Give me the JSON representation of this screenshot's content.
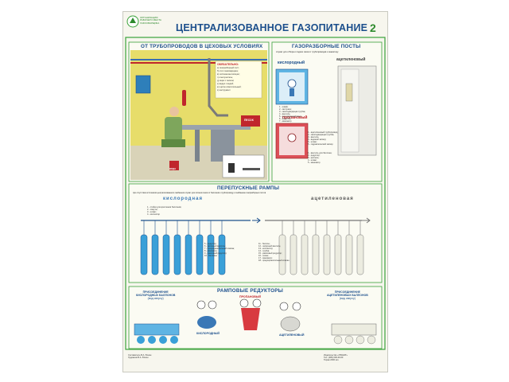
{
  "header": {
    "org_line1": "ОРГАНИЗАЦИЯ",
    "org_line2": "РАБОЧЕГО МЕСТА",
    "org_line3": "ГАЗОСВАРЩИКА",
    "title": "ЦЕНТРАЛИЗОВАННОЕ ГАЗОПИТАНИЕ",
    "number": "2"
  },
  "panel_pipes": {
    "title": "ОТ ТРУБОПРОВОДОВ В ЦЕХОВЫХ УСЛОВИЯХ",
    "must_title": "ОБЯЗАТЕЛЬНО:",
    "must_items": [
      "а) газоразборный пост;",
      "б) стол газосварщика;",
      "в) система вентиляции;",
      "г) огнетушитель;",
      "д) ящик с песком;",
      "е) ведро с водой;",
      "ж) щиток осветительный;",
      "з) инструмент"
    ],
    "sand_label": "ПЕСОК",
    "water_label": "ВОДА"
  },
  "panel_posts": {
    "title": "ГАЗОРАЗБОРНЫЕ ПОСТЫ",
    "subtitle": "служат для отбора и подачи газов от трубопроводов к инжектору",
    "oxygen_label": "кислородный",
    "acetylene_label": "ацетиленовый",
    "propane_label": "пропановый",
    "oxygen_legend": [
      "1 - шкаф;",
      "2 - заглушка;",
      "3 - газоподводящая трубка;",
      "4 - вентиль;",
      "5 - регулирующий винт;",
      "6 - редуктор;",
      "7 - манометр"
    ],
    "acetylene_legend": [
      "1 - ацетиленовый трубопровод;",
      "2 - газоподводящая трубка;",
      "3 - вентиль;",
      "4 - водяной затвор;",
      "5 - шланг;",
      "6 - гидравлический затвор"
    ],
    "propane_legend": [
      "1 - вентиль для баллона;",
      "2 - редуктор;",
      "3 - ниппель;",
      "4 - шланг;",
      "5 - манометр"
    ]
  },
  "panel_ramps": {
    "title": "ПЕРЕПУСКНЫЕ РАМПЫ",
    "subtitle": "при отсутствии источников централизованного снабжения служат для питания газом от баллонов к трубопроводу и снабжению газоразборных постов",
    "oxygen_label": "кислородная",
    "acetylene_label": "ацетиленовая",
    "top_legend": [
      "1 - стойки для крепления баллонов;",
      "2 - хомуты;",
      "3 - шланг;",
      "4 - коллектор"
    ],
    "mid_legend": [
      "5 - редуктор;",
      "6 - запорный вентиль;",
      "7 - предохранительный клапан;",
      "8 - манометр;",
      "9 - рамповый редуктор;",
      "10 - баллоны"
    ],
    "right_legend": [
      "11 - баллон;",
      "12 - запорный вентиль;",
      "13 - коллектор;",
      "14 - трубка;",
      "15 - рамповый редуктор;",
      "16 - шланг;",
      "17 - манометр;",
      "18 - предохранительный клапан"
    ]
  },
  "panel_reducers": {
    "title": "РАМПОВЫЕ РЕДУКТОРЫ",
    "left_caption1": "ПРИСОЕДИНЕНИЕ",
    "left_caption2": "КИСЛОРОДНЫХ БАЛЛОНОВ",
    "left_caption3": "(вид сверху)",
    "right_caption1": "ПРИСОЕДИНЕНИЕ",
    "right_caption2": "АЦЕТИЛЕНОВЫХ БАЛЛОНОВ",
    "right_caption3": "(вид сверху)",
    "oxygen_label": "КИСЛОРОДНЫЙ",
    "propane_label": "ПРОПАНОВЫЙ",
    "acetylene_label": "АЦЕТИЛЕНОВЫЙ"
  },
  "footer": {
    "left": [
      "Составитель В.А. Юшин",
      "Художник В.А. Юшин"
    ],
    "right": [
      "Издательство «ПЛАКАТ»",
      "Тел. (495) 000-00-00",
      "Тираж 2000 экз."
    ]
  },
  "colors": {
    "title_blue": "#1c4f8c",
    "green_frame": "#3aa23a",
    "red": "#c0262c",
    "wall_yellow": "#e7dd6a",
    "cylinder_blue": "#3aa0d8",
    "cylinder_white": "#ecece0"
  }
}
